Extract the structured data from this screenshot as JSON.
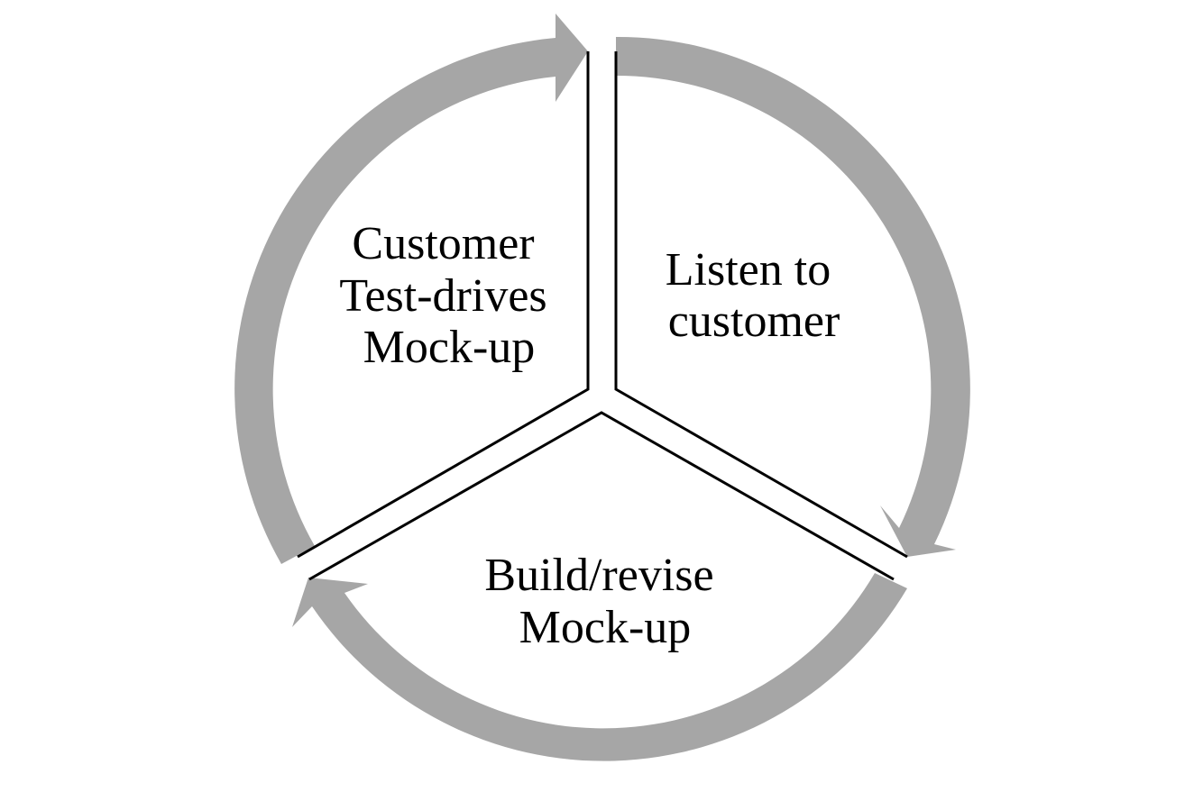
{
  "diagram": {
    "type": "cycle",
    "arrow_color": "#a6a6a6",
    "segments": [
      {
        "id": "listen",
        "lines": [
          "Listen to",
          "customer"
        ]
      },
      {
        "id": "build",
        "lines": [
          "Build/revise",
          "Mock-up"
        ]
      },
      {
        "id": "test",
        "lines": [
          "Customer",
          "Test-drives",
          "Mock-up"
        ]
      }
    ]
  }
}
